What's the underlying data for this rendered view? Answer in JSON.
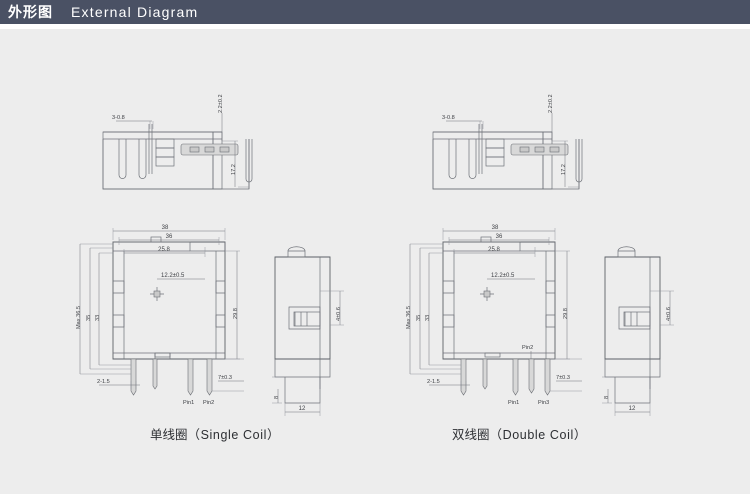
{
  "header": {
    "title_cn": "外形图",
    "title_en": "External Diagram"
  },
  "captions": {
    "single": {
      "cn": "单线圈",
      "en": "（Single Coil）"
    },
    "double": {
      "cn": "双线圈",
      "en": "（Double Coil）"
    }
  },
  "colors": {
    "header_bg": "#4a5164",
    "header_text": "#ffffff",
    "page_bg": "#ededed",
    "line": "#6e7178",
    "text": "#3d3f44"
  },
  "diagrams": {
    "single": {
      "top_view": {
        "terminal_pitch": "3-0.8",
        "thickness": "2.2±0.2",
        "width": "17.2"
      },
      "front_view": {
        "overall_width": "38",
        "body_width": "36",
        "inner_width": "25.8",
        "center_mark": "12.2±0.5",
        "max_height": "Max.36.5",
        "height_1": "35",
        "height_2": "33",
        "body_height": "29.8",
        "pin_width": "2-1.5",
        "pin_length": "7±0.3",
        "pin_labels": [
          "Pin1",
          "Pin2"
        ]
      },
      "side_view": {
        "step": "4±0.6",
        "base": "12",
        "foot": "8"
      }
    },
    "double": {
      "top_view": {
        "terminal_pitch": "3-0.8",
        "thickness": "2.2±0.2",
        "width": "17.2"
      },
      "front_view": {
        "overall_width": "38",
        "body_width": "36",
        "inner_width": "25.8",
        "center_mark": "12.2±0.5",
        "max_height": "Max.36.5",
        "height_1": "35",
        "height_2": "33",
        "body_height": "29.8",
        "pin_width": "2-1.5",
        "pin_length": "7±0.3",
        "pin_labels": [
          "Pin1",
          "Pin2",
          "Pin3"
        ]
      },
      "side_view": {
        "step": "4±0.6",
        "base": "12",
        "foot": "8"
      }
    }
  }
}
